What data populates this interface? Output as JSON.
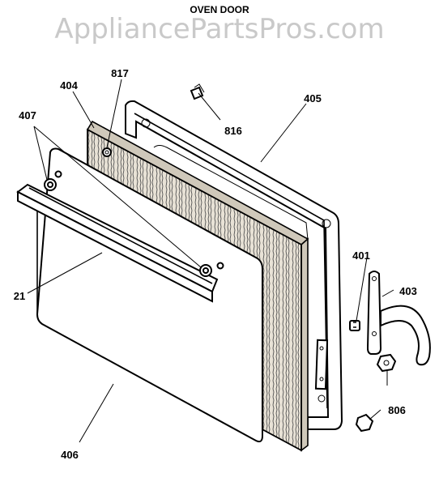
{
  "title": "OVEN DOOR",
  "watermark": "AppliancePartsPros.com",
  "parts": {
    "p21": "21",
    "p401": "401",
    "p403": "403",
    "p404": "404",
    "p405": "405",
    "p406": "406",
    "p407": "407",
    "p806": "806",
    "p816": "816",
    "p817": "817"
  }
}
